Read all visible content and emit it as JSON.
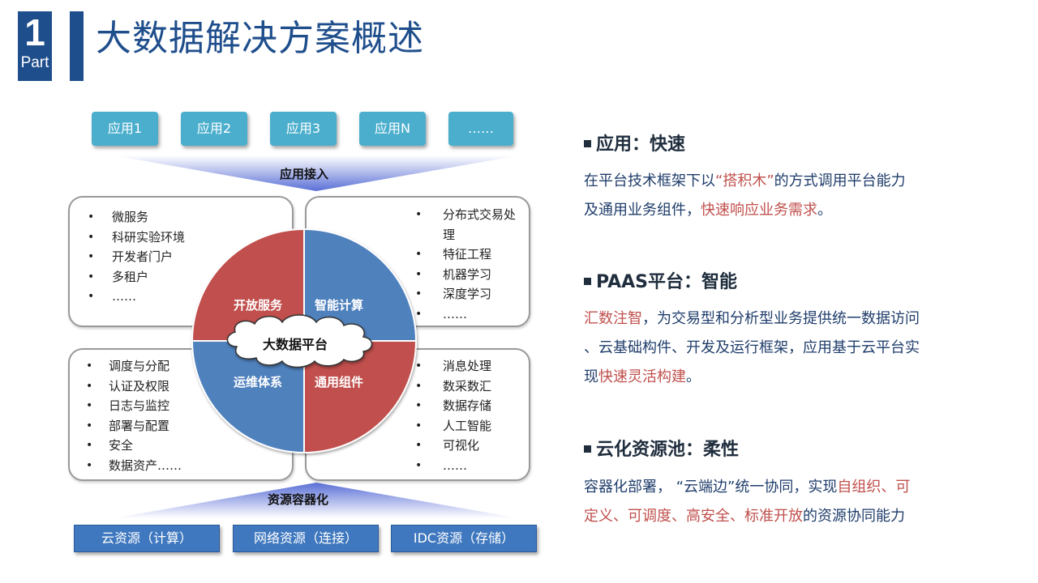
{
  "header": {
    "part_number": "1",
    "part_label": "Part",
    "title": "大数据解决方案概述"
  },
  "diagram": {
    "apps": [
      "应用1",
      "应用2",
      "应用3",
      "应用N",
      "……"
    ],
    "app_access_label": "应用接入",
    "quadrants": {
      "open_service": {
        "label": "开放服务",
        "items": [
          "微服务",
          "科研实验环境",
          "开发者门户",
          "多租户",
          "……"
        ]
      },
      "smart_compute": {
        "label": "智能计算",
        "items": [
          "分布式交易处",
          "理",
          "特征工程",
          "机器学习",
          "深度学习",
          "……"
        ]
      },
      "ops_system": {
        "label": "运维体系",
        "items": [
          "调度与分配",
          "认证及权限",
          "日志与监控",
          "部署与配置",
          "安全",
          "数据资产……"
        ]
      },
      "common_components": {
        "label": "通用组件",
        "items": [
          "消息处理",
          "数采数汇",
          "数据存储",
          "人工智能",
          "可视化",
          "……"
        ]
      }
    },
    "platform_label": "大数据平台",
    "resource_label": "资源容器化",
    "resources": [
      "云资源（计算）",
      "网络资源（连接）",
      "IDC资源（存储）"
    ],
    "colors": {
      "red_quadrant": "#c0504d",
      "blue_quadrant": "#4f81bd",
      "app_box": "#4aaecc",
      "resource_box": "#3f78bf"
    }
  },
  "sections": [
    {
      "heading": "应用：快速",
      "line1": [
        "在平台技术框架下以",
        "“搭积木”",
        "的方式调用平台能力"
      ],
      "line2": [
        "及通用业务组件，",
        "快速响应业务需求",
        "。"
      ]
    },
    {
      "heading": "PAAS平台：智能",
      "line1": [
        "汇数注智",
        "，为交易型和分析型业务提供统一数据访问"
      ],
      "line2": "、云基础构件、开发及运行框架，应用基于云平台实",
      "line3": [
        "现",
        "快速灵活构建",
        "。"
      ]
    },
    {
      "heading": "云化资源池：柔性",
      "line1": [
        "容器化部署， “云端边”统一协同，实现",
        "自组织、可"
      ],
      "line2": [
        "定义、可调度、高安全、标准开放",
        "的资源协同能力"
      ]
    }
  ]
}
